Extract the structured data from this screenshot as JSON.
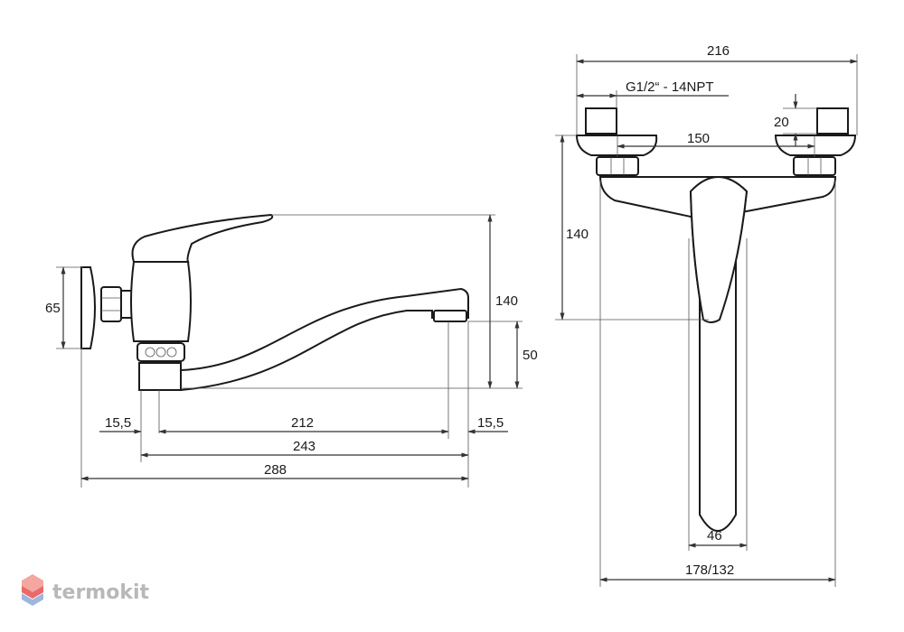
{
  "brand": {
    "name": "termokit",
    "logo_colors": [
      "#f4a6a0",
      "#e86a6a",
      "#9fb6dc"
    ]
  },
  "side_view": {
    "dim_height_mount": "65",
    "dim_height_total": "140",
    "dim_height_spout": "50",
    "dim_left_offset": "15,5",
    "dim_right_offset": "15,5",
    "dim_spout_reach": "212",
    "dim_spout_length": "243",
    "dim_total_length": "288"
  },
  "front_view": {
    "dim_total_width": "216",
    "thread_spec": "G1/2“ - 14NPT",
    "dim_connector_height": "20",
    "dim_center_distance": "150",
    "dim_height": "140",
    "dim_spout_width": "46",
    "dim_bottom_width": "178/132"
  }
}
